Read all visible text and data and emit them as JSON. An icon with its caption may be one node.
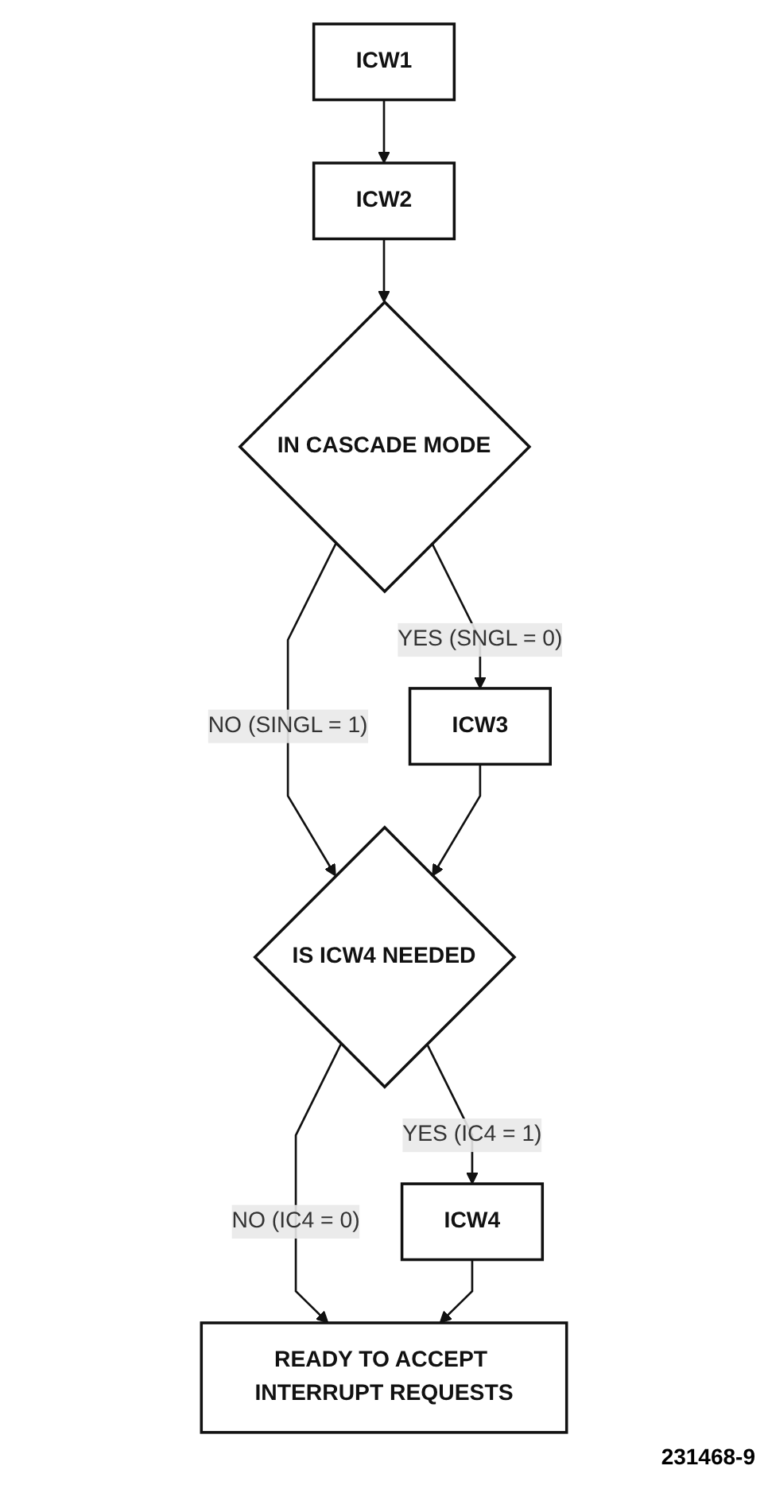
{
  "diagram": {
    "nodes": [
      {
        "text": [
          "ICW1"
        ]
      },
      {
        "text": [
          "ICW2"
        ]
      },
      {
        "text": [
          "IN CASCADE MODE"
        ]
      },
      {
        "text": [
          "ICW3"
        ]
      },
      {
        "text": [
          "IS ICW4 NEEDED"
        ]
      },
      {
        "text": [
          "ICW4"
        ]
      },
      {
        "text": [
          "READY TO ACCEPT INTERRUPT REQUESTS"
        ]
      }
    ],
    "edges": [
      {
        "from": 0,
        "to": 1,
        "arrow": "to"
      },
      {
        "from": 1,
        "to": 2,
        "arrow": "to"
      },
      {
        "from": 2,
        "to": 3,
        "arrow": "to",
        "label": "YES (SNGL = 0)"
      },
      {
        "from": 2,
        "to": 4,
        "arrow": "to",
        "label": "NO (SINGL = 1)"
      },
      {
        "from": 3,
        "to": 4,
        "arrow": "to"
      },
      {
        "from": 4,
        "to": 5,
        "arrow": "to",
        "label": "YES (IC4 = 1)"
      },
      {
        "from": 4,
        "to": 6,
        "arrow": "to",
        "label": "NO (IC4 = 0)"
      },
      {
        "from": 5,
        "to": 6,
        "arrow": "to"
      }
    ],
    "labels": [
      "231468-9"
    ]
  }
}
